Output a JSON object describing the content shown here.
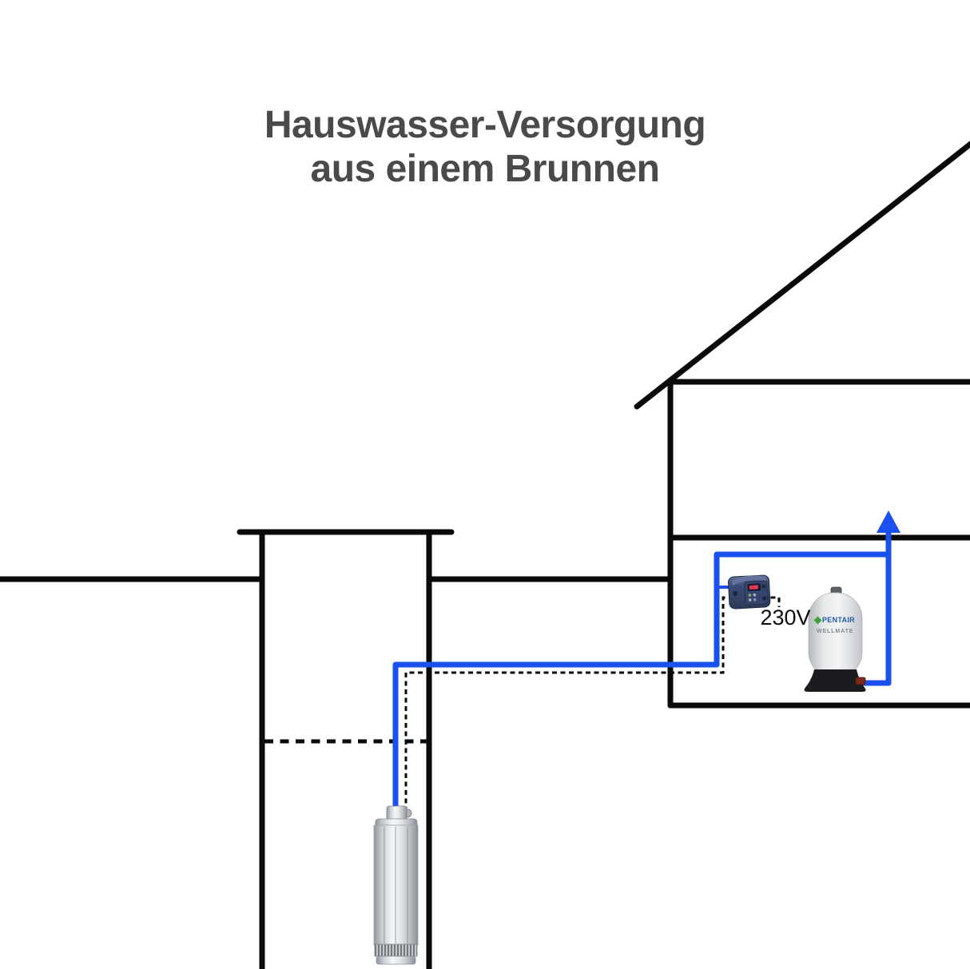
{
  "title": {
    "line1": "Hauswasser-Versorgung",
    "line2": "aus einem Brunnen"
  },
  "labels": {
    "power": "230V"
  },
  "tank": {
    "brand": "PENTAIR",
    "model": "WELLMATE"
  },
  "icons": {
    "flow_direction": "up-arrow",
    "brand_mark": "green-diamond"
  },
  "colors": {
    "line": "#0a0a0a",
    "pipe": "#1a50ee",
    "title": "#4a4a4a",
    "brand-blue": "#1d5ba6",
    "model-gray": "#828a91"
  }
}
